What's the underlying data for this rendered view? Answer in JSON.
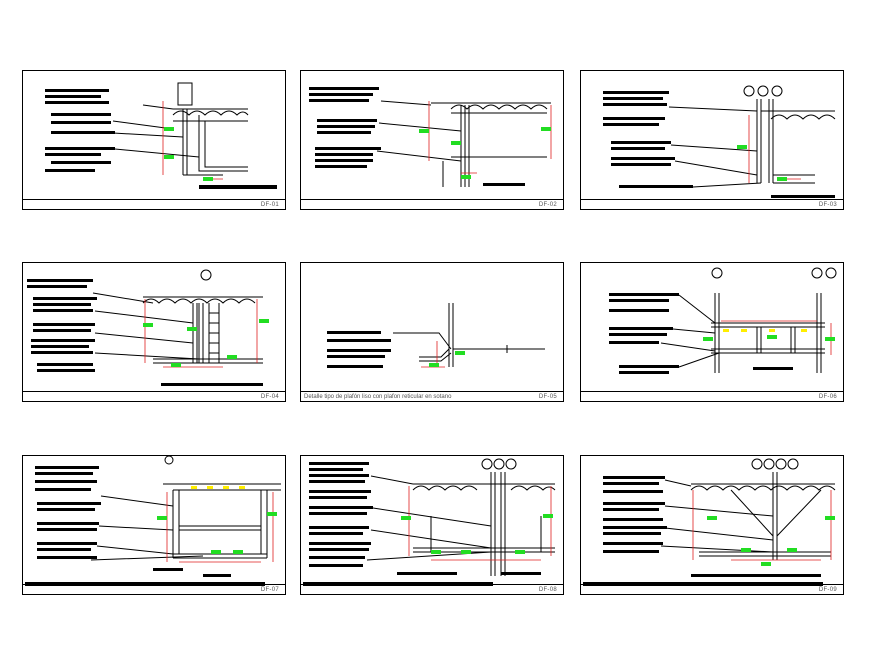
{
  "sheets": [
    {
      "code": "DF-01"
    },
    {
      "code": "DF-02"
    },
    {
      "code": "DF-03"
    },
    {
      "code": "DF-04"
    },
    {
      "code": "DF-05",
      "caption": "Detalle tipo de plafón liso con plafon reticular en sotano"
    },
    {
      "code": "DF-06"
    },
    {
      "code": "DF-07"
    },
    {
      "code": "DF-08"
    },
    {
      "code": "DF-09"
    }
  ],
  "colors": {
    "line": "#000000",
    "accent_green": "#22dd22",
    "accent_red": "#e02020",
    "accent_yellow": "#ffee00"
  }
}
